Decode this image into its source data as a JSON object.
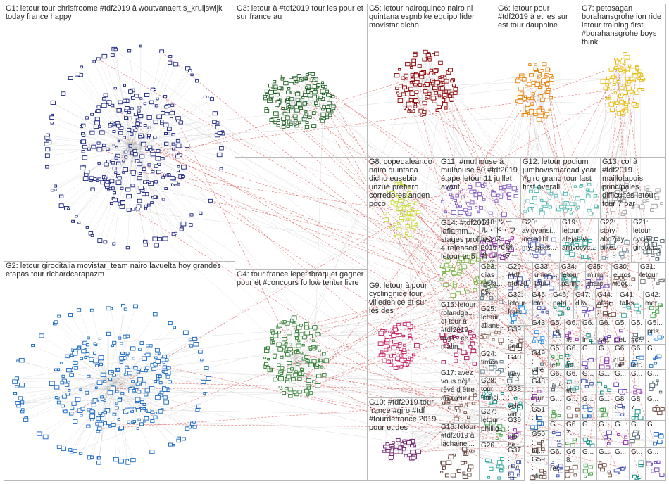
{
  "colors": {
    "edge": "#9a9a9a",
    "cross_edge": "#d02020",
    "box_border": "#b9b9b9",
    "label": "#2b2b2b"
  },
  "groups": [
    {
      "id": "G1",
      "label": "G1: letour tour chrisfroome #tdf2019 à woutvanaert s_kruijswijk today france happy",
      "color": "#1a237e"
    },
    {
      "id": "G2",
      "label": "G2: letour giroditalia movistar_team nairo lavuelta hoy grandes etapas tour richardcarapazm",
      "color": "#1565c0"
    },
    {
      "id": "G3",
      "label": "G3: letour à #tdf2019 tour les pour et sur france au",
      "color": "#1b5e20"
    },
    {
      "id": "G4",
      "label": "G4: tour france lepetitbraquet gagner pour et #concours follow tenter livre",
      "color": "#2e7d32"
    },
    {
      "id": "G5",
      "label": "G5: letour nairoquinco nairo ni quintana espnbike equipo líder movistar dicho",
      "color": "#8b0000"
    },
    {
      "id": "G6",
      "label": "G6: letour pour #tdf2019 à et les sur est tour dauphine",
      "color": "#e67e00"
    },
    {
      "id": "G7",
      "label": "G7: petosagan borahansgrohe ion ride letour training first #borahansgrohe boys think",
      "color": "#e6b800"
    },
    {
      "id": "G8",
      "label": "G8: copedaleando nairo quintana dicho eusebio unzué prefiero corredores anden poco",
      "color": "#c5d92e"
    },
    {
      "id": "G9",
      "label": "G9: letour à pour cyclingnice tour villedenice et sur les des",
      "color": "#c2185b"
    },
    {
      "id": "G10",
      "label": "G10: #tdf2019 tour france #giro #tdf #tourdefrance 2019 pour et des",
      "color": "#6a1b6a"
    },
    {
      "id": "G11",
      "label": "G11: #mulhouse à mulhouse 50 #tdf2019 étape letour 11 juillet avant",
      "color": "#7e57c2"
    },
    {
      "id": "G12",
      "label": "G12: letour podium jumbovismaroad year #giro grand tour last first overall",
      "color": "#4db6ac"
    },
    {
      "id": "G13",
      "label": "G13: col à #tdf2019 maillotapois principales difficultés letour tour 7 par",
      "color": "#9e9e9e"
    },
    {
      "id": "G14",
      "label": "G14: #tdf2019 laflamm... stages profiles 4 released 1 letour et 5",
      "color": "#7cb342"
    },
    {
      "id": "G15",
      "label": "G15: letour rolandga... et tour à #tdf2019 #rg19 ce matin...",
      "color": "#ad1457"
    },
    {
      "id": "G16",
      "label": "G16: letour #tdf2019 à lachainel...",
      "color": "#5d4037"
    },
    {
      "id": "G17",
      "label": "G17: avez vous déjà rêvé d être au cœur l...",
      "color": "#6d4c41"
    },
    {
      "id": "G18",
      "label": "G18: ツール・ド・フランス 2019 で総合 リーダーの選...",
      "color": "#8e24aa"
    },
    {
      "id": "G19",
      "label": "G19: letour alejanval... arrivocyc...",
      "color": "#26a69a"
    },
    {
      "id": "G20",
      "label": "G20: avigyansi... incredibl... my_rajas...",
      "color": "#5c6bc0"
    },
    {
      "id": "G21",
      "label": "G21: letour cycling... giroditi...",
      "color": "#455a64"
    },
    {
      "id": "G22",
      "label": "G22: story abc7jay bike...",
      "color": "#78909c"
    },
    {
      "id": "G23",
      "label": "G23: días resta... 05...",
      "color": "#546e7a"
    },
    {
      "id": "G24",
      "label": "G24: timea...",
      "color": "#607d8b"
    },
    {
      "id": "G25",
      "label": "G25: letour aliane...",
      "color": "#8d6e63"
    },
    {
      "id": "G26",
      "label": "G26",
      "color": "#26a69a"
    },
    {
      "id": "G27",
      "label": "G27: letour phillig...",
      "color": "#43a047"
    },
    {
      "id": "G28",
      "label": "G28: tour franci...",
      "color": "#00897b"
    },
    {
      "id": "G29",
      "label": "G29: #tdf #tdf20...",
      "color": "#3949ab"
    },
    {
      "id": "G30",
      "label": "G30: euros voor...",
      "color": "#6d4c41"
    },
    {
      "id": "G31",
      "label": "G31: letour",
      "color": "#757575"
    },
    {
      "id": "G32",
      "label": "G32: letour fran...",
      "color": "#1e88e5"
    },
    {
      "id": "G33",
      "label": "G33: union... tour...",
      "color": "#3949ab"
    },
    {
      "id": "G34",
      "label": "G34: letour pann...",
      "color": "#00897b"
    },
    {
      "id": "G35",
      "label": "G35: mirm... marc...",
      "color": "#5e35b1"
    },
    {
      "id": "G36",
      "label": "G36: gibi bir...",
      "color": "#8e24aa"
    },
    {
      "id": "G37",
      "label": "G37: revis... web...",
      "color": "#3949ab"
    },
    {
      "id": "G38",
      "label": "G38: velo virtu...",
      "color": "#00897b"
    },
    {
      "id": "G39",
      "label": "G39: ped... letour",
      "color": "#5d4037"
    },
    {
      "id": "G40",
      "label": "G40: bicy...",
      "color": "#546e7a"
    },
    {
      "id": "G41",
      "label": "G41: talks...",
      "color": "#26a69a"
    },
    {
      "id": "G42",
      "label": "G42: mer...",
      "color": "#43a047"
    },
    {
      "id": "G43",
      "label": "G43",
      "color": "#1e88e5"
    },
    {
      "id": "G44",
      "label": "G44: offer...",
      "color": "#6d4c41"
    },
    {
      "id": "G45",
      "label": "G45: leto...",
      "color": "#3949ab"
    },
    {
      "id": "G46",
      "label": "G46: patri...",
      "color": "#00897b"
    },
    {
      "id": "G47",
      "label": "G47: dilw...",
      "color": "#5e35b1"
    },
    {
      "id": "G48",
      "label": "G48: tour fran...",
      "color": "#8e24aa"
    },
    {
      "id": "G49",
      "label": "G49: ville acc...",
      "color": "#455a64"
    },
    {
      "id": "G50",
      "label": "G50: bij...",
      "color": "#5d4037"
    },
    {
      "id": "G51",
      "label": "G51: l...",
      "color": "#1565c0"
    },
    {
      "id": "G52",
      "label": "G5... q",
      "color": "#3949ab"
    },
    {
      "id": "G53",
      "label": "G6... lm...",
      "color": "#00897b"
    },
    {
      "id": "G54",
      "label": "G6... se...",
      "color": "#5e35b1"
    },
    {
      "id": "G55",
      "label": "G5... det...",
      "color": "#8e24aa"
    },
    {
      "id": "G56",
      "label": "G5... #c...",
      "color": "#455a64"
    },
    {
      "id": "G57",
      "label": "G5... pris...",
      "color": "#1e88e5"
    },
    {
      "id": "G58",
      "label": "G5... let...",
      "color": "#43a047"
    },
    {
      "id": "G59",
      "label": "G59: stic...",
      "color": "#6d4c41"
    },
    {
      "id": "G60",
      "label": "G6... let...",
      "color": "#00897b"
    },
    {
      "id": "G61",
      "label": "G6... rei...",
      "color": "#3949ab"
    },
    {
      "id": "G62",
      "label": "G6... dir...",
      "color": "#5d4037"
    },
    {
      "id": "G63",
      "label": "G6... letc...",
      "color": "#1565c0"
    },
    {
      "id": "G64",
      "label": "G6... #td... gir...",
      "color": "#26a69a"
    },
    {
      "id": "G65",
      "label": "G6... #...",
      "color": "#8e24aa"
    },
    {
      "id": "G66",
      "label": "G6...",
      "color": "#455a64"
    },
    {
      "id": "G67",
      "label": "G67...",
      "color": "#43a047"
    },
    {
      "id": "G68",
      "label": "G68...",
      "color": "#6d4c41"
    },
    {
      "id": "G86",
      "label": "G86",
      "color": "#3949ab"
    },
    {
      "id": "G87",
      "label": "G87",
      "color": "#00897b"
    },
    {
      "id": "G88",
      "label": "G...",
      "color": "#5e35b1"
    },
    {
      "id": "G89",
      "label": "G...",
      "color": "#8e24aa"
    },
    {
      "id": "G90",
      "label": "G...",
      "color": "#1565c0"
    },
    {
      "id": "G91",
      "label": "G...",
      "color": "#43a047"
    },
    {
      "id": "G92",
      "label": "G...",
      "color": "#6d4c41"
    },
    {
      "id": "G93",
      "label": "G...",
      "color": "#3949ab"
    },
    {
      "id": "G94",
      "label": "G...",
      "color": "#00897b"
    },
    {
      "id": "G95",
      "label": "G...",
      "color": "#5e35b1"
    },
    {
      "id": "G96",
      "label": "G...",
      "color": "#8e24aa"
    },
    {
      "id": "G97",
      "label": "G...",
      "color": "#455a64"
    },
    {
      "id": "G98",
      "label": "G...",
      "color": "#1565c0"
    },
    {
      "id": "G99",
      "label": "G...",
      "color": "#43a047"
    },
    {
      "id": "G100",
      "label": "G...",
      "color": "#6d4c41"
    },
    {
      "id": "G101",
      "label": "G...",
      "color": "#3949ab"
    },
    {
      "id": "G102",
      "label": "G...",
      "color": "#00897b"
    },
    {
      "id": "G103",
      "label": "G...",
      "color": "#5e35b1"
    },
    {
      "id": "G104",
      "label": "G...",
      "color": "#8e24aa"
    },
    {
      "id": "G105",
      "label": "G...",
      "color": "#455a64"
    },
    {
      "id": "G106",
      "label": "G...",
      "color": "#1565c0"
    },
    {
      "id": "G107",
      "label": "G...",
      "color": "#43a047"
    },
    {
      "id": "G108",
      "label": "G...",
      "color": "#6d4c41"
    },
    {
      "id": "G109",
      "label": "G...",
      "color": "#3949ab"
    },
    {
      "id": "G110",
      "label": "G...",
      "color": "#00897b"
    },
    {
      "id": "G111",
      "label": "G...",
      "color": "#5e35b1"
    },
    {
      "id": "G112",
      "label": "G...",
      "color": "#8e24aa"
    },
    {
      "id": "G113",
      "label": "G...",
      "color": "#455a64"
    },
    {
      "id": "G114",
      "label": "G...",
      "color": "#1565c0"
    },
    {
      "id": "G115",
      "label": "G...",
      "color": "#43a047"
    },
    {
      "id": "G116",
      "label": "G...",
      "color": "#6d4c41"
    },
    {
      "id": "G117",
      "label": "G...",
      "color": "#3949ab"
    }
  ]
}
